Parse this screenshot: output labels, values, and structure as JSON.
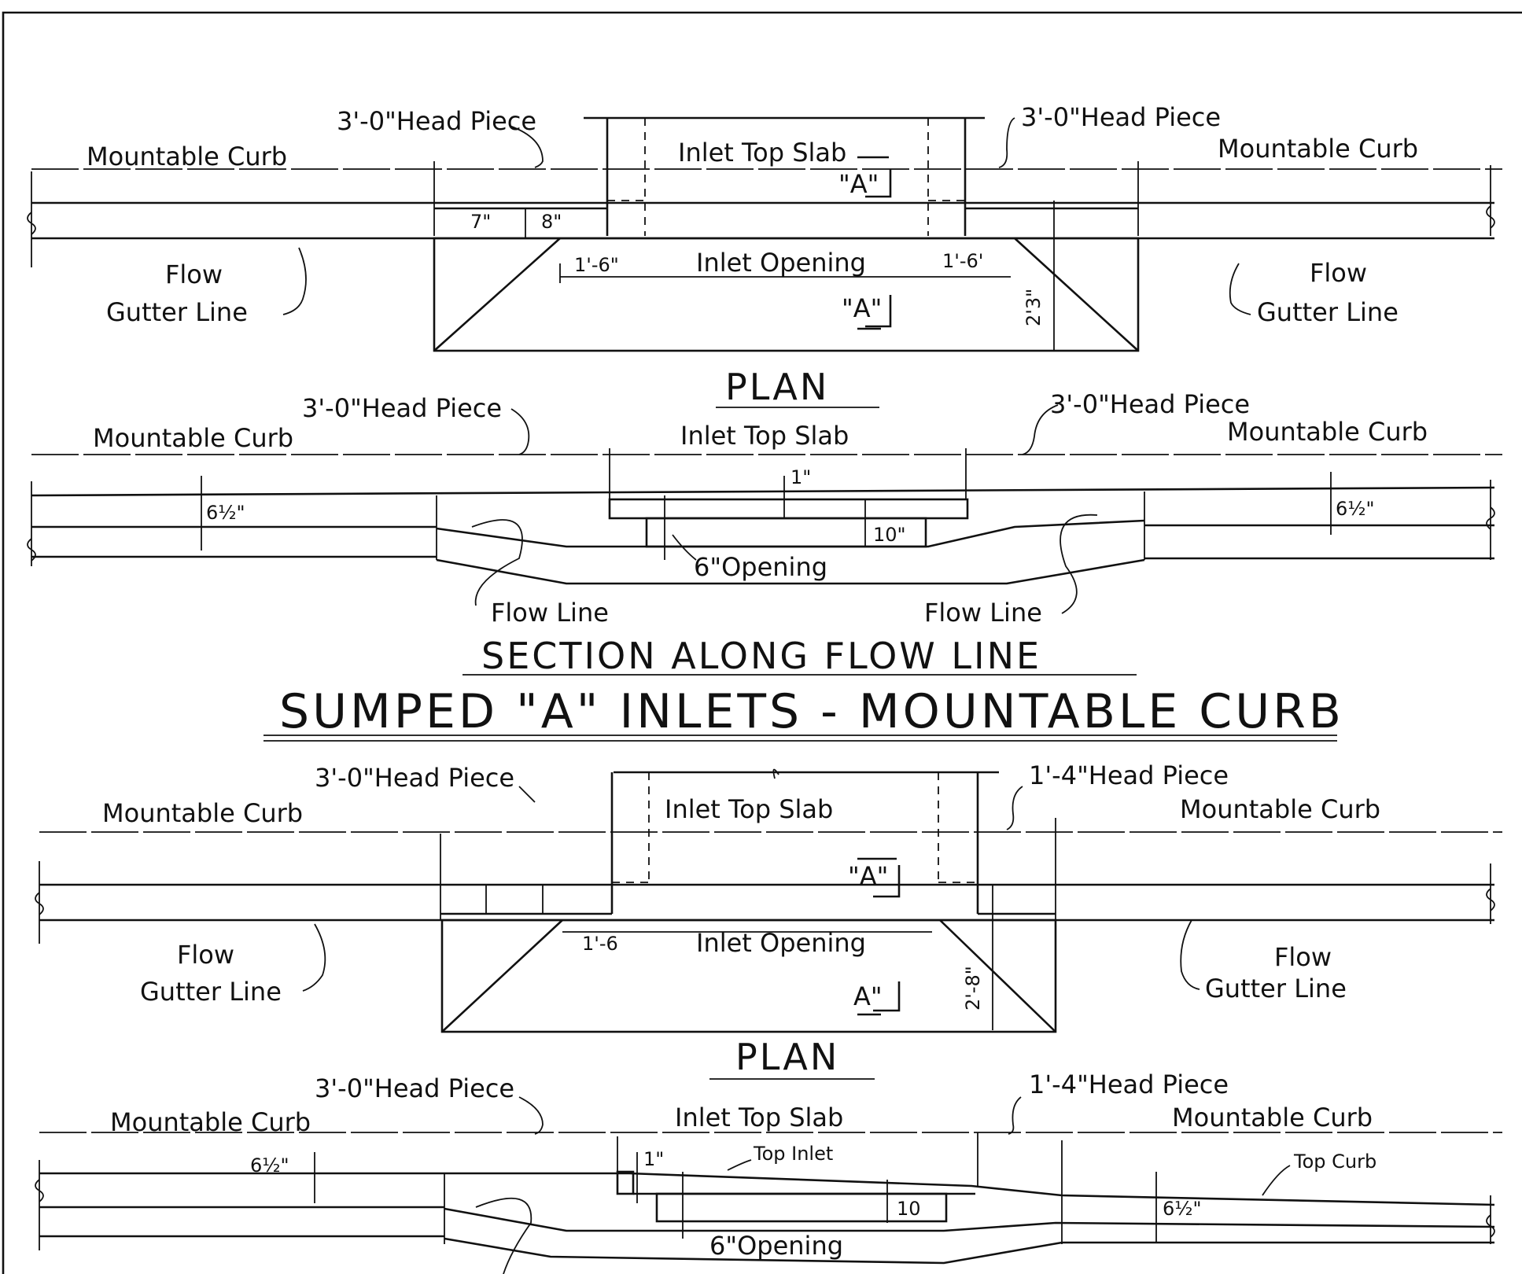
{
  "top": {
    "plan": {
      "left_curb": "Mountable Curb",
      "right_curb": "Mountable Curb",
      "left_head": "3'-0\"Head Piece",
      "right_head": "3'-0\"Head Piece",
      "slab": "Inlet Top Slab",
      "opening": "Inlet Opening",
      "a_upper": "\"A\"",
      "a_lower": "\"A\"",
      "dim_left": "1'-6\"",
      "dim_right": "1'-6'",
      "dim_7": "7\"",
      "dim_8": "8\"",
      "dim_height": "2'3\"",
      "flow_left": "Flow",
      "gutter_left": "Gutter Line",
      "flow_right": "Flow",
      "gutter_right": "Gutter Line"
    },
    "plan_title": "PLAN",
    "section": {
      "left_curb": "Mountable Curb",
      "right_curb": "Mountable Curb",
      "left_head": "3'-0\"Head Piece",
      "right_head": "3'-0\"Head Piece",
      "slab": "Inlet Top Slab",
      "dim_left": "6½\"",
      "dim_right": "6½\"",
      "dim_1": "1\"",
      "dim_10": "10\"",
      "opening": "6\"Opening",
      "flow_left": "Flow Line",
      "flow_right": "Flow Line"
    },
    "section_title": "SECTION ALONG FLOW LINE"
  },
  "main_title": "SUMPED \"A\" INLETS - MOUNTABLE CURB",
  "bottom": {
    "plan": {
      "left_curb": "Mountable Curb",
      "right_curb": "Mountable Curb",
      "left_head": "3'-0\"Head Piece",
      "right_head": "1'-4\"Head Piece",
      "slab": "Inlet Top Slab",
      "opening": "Inlet Opening",
      "a_upper": "\"A\"",
      "a_lower": "A\"",
      "dim_left": "1'-6",
      "dim_height": "2'-8\"",
      "flow_left": "Flow",
      "gutter_left": "Gutter Line",
      "flow_right": "Flow",
      "gutter_right": "Gutter Line"
    },
    "plan_title": "PLAN",
    "section": {
      "left_curb": "Mountable Curb",
      "right_curb": "Mountable Curb",
      "left_head": "3'-0\"Head Piece",
      "right_head": "1'-4\"Head Piece",
      "slab": "Inlet Top Slab",
      "top_inlet": "Top Inlet",
      "top_curb": "Top Curb",
      "dim_left": "6½\"",
      "dim_right": "6½\"",
      "dim_1": "1\"",
      "dim_10": "10",
      "opening": "6\"Opening"
    }
  }
}
